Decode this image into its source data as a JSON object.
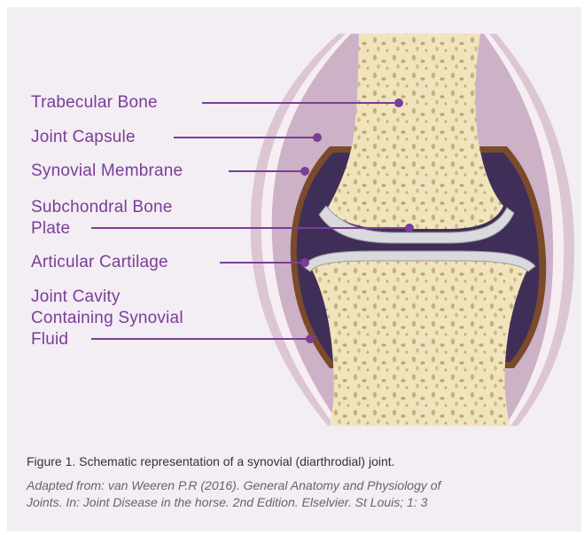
{
  "labels": {
    "trabecular_bone": "Trabecular Bone",
    "joint_capsule": "Joint Capsule",
    "synovial_membrane": "Synovial Membrane",
    "subchondral_line1": "Subchondral Bone",
    "subchondral_line2": "Plate",
    "articular_cartilage": "Articular Cartilage",
    "joint_cavity_line1": "Joint Cavity",
    "joint_cavity_line2": "Containing Synovial",
    "joint_cavity_line3": "Fluid"
  },
  "caption": {
    "title": "Figure 1. Schematic representation of a synovial (diarthrodial) joint.",
    "source_line1": "Adapted from: van Weeren P.R (2016). General Anatomy and Physiology of",
    "source_line2": "Joints. In: Joint Disease in the horse. 2nd Edition. Elselvier. St Louis; 1: 3"
  },
  "colors": {
    "label_purple": "#7a3e96",
    "panel_bg": "#f3edf4",
    "bone": "#f0e4bd",
    "cavity": "#3f2f58",
    "capsule": "#c9aabd"
  }
}
